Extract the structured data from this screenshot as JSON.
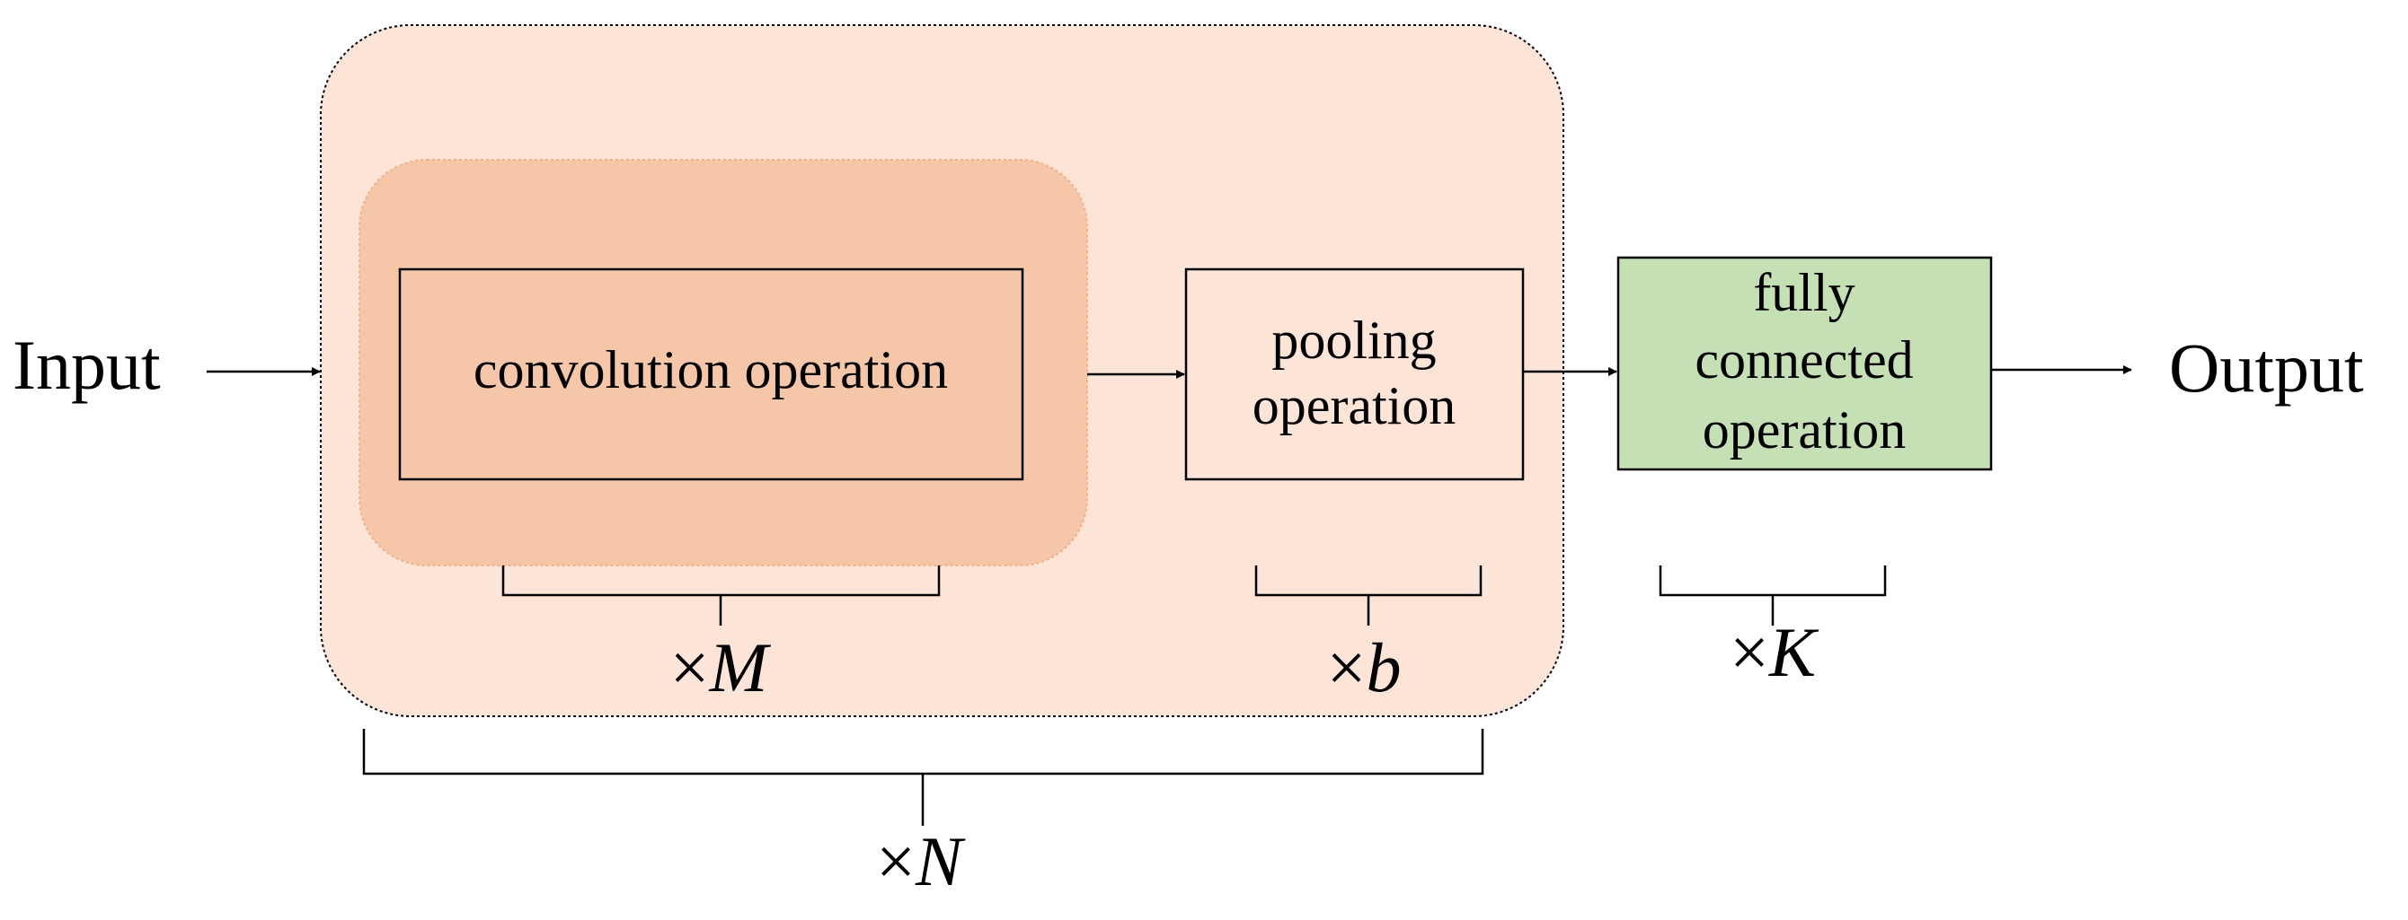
{
  "labels": {
    "input": "Input",
    "output": "Output",
    "convolution": "convolution operation",
    "pooling_line1": "pooling",
    "pooling_line2": "operation",
    "fc_line1": "fully",
    "fc_line2": "connected",
    "fc_line3": "operation"
  },
  "multipliers": {
    "m": {
      "prefix": "×",
      "symbol": "M"
    },
    "b": {
      "prefix": "×",
      "symbol": "b"
    },
    "k": {
      "prefix": "×",
      "symbol": "K"
    },
    "n": {
      "prefix": "×",
      "symbol": "N"
    }
  },
  "colors": {
    "outer_group_fill": "#FCE4D6",
    "conv_group_fill": "#F6C6A8",
    "conv_group_border": "#F4B183",
    "conv_box_fill": "#F6C6A8",
    "pooling_box_fill": "#FCE4D6",
    "fc_box_fill": "#C5E0B4",
    "stroke": "#000000"
  }
}
